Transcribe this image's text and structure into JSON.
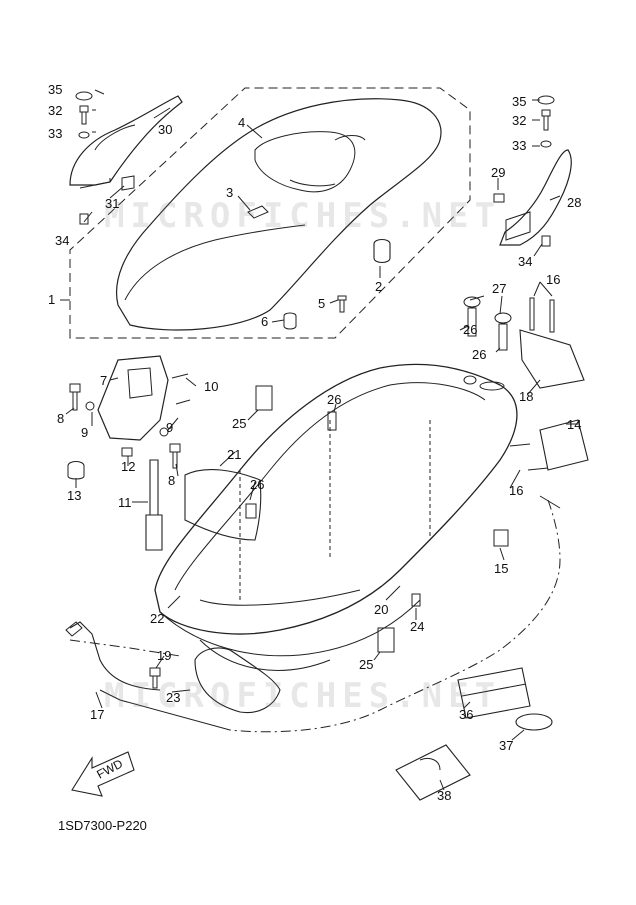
{
  "diagram": {
    "drawing_number": "1SD7300-P220",
    "watermark": "MICROFICHES.NET",
    "direction_label": "FWD",
    "callouts": [
      "1",
      "2",
      "3",
      "4",
      "5",
      "6",
      "7",
      "8",
      "9",
      "10",
      "11",
      "12",
      "13",
      "14",
      "15",
      "16",
      "17",
      "18",
      "19",
      "20",
      "21",
      "22",
      "23",
      "24",
      "25",
      "26",
      "27",
      "28",
      "29",
      "30",
      "31",
      "32",
      "33",
      "34",
      "35",
      "36",
      "37",
      "38"
    ]
  }
}
